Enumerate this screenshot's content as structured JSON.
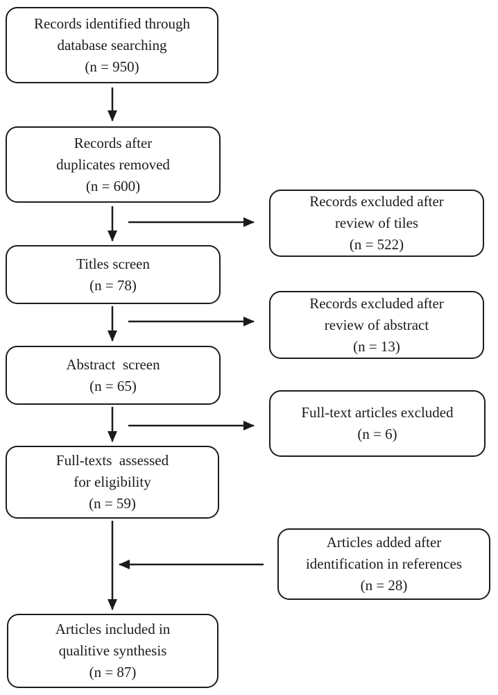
{
  "diagram": {
    "type": "flowchart",
    "background_color": "#ffffff",
    "line_color": "#1b1b1b",
    "boxes": {
      "identified": {
        "lines": [
          "Records identified through",
          "database searching",
          "(n = 950)"
        ]
      },
      "deduplicated": {
        "lines": [
          "Records after",
          "duplicates removed",
          "(n = 600)"
        ]
      },
      "titles_screen": {
        "lines": [
          "Titles screen",
          "(n = 78)"
        ]
      },
      "abstract_screen": {
        "lines": [
          "Abstract  screen",
          "(n = 65)"
        ]
      },
      "fulltext_assessed": {
        "lines": [
          "Full-texts  assessed",
          "for eligibility",
          "(n = 59)"
        ]
      },
      "included": {
        "lines": [
          "Articles included in",
          "qualitive synthesis",
          "(n = 87)"
        ]
      },
      "excluded_titles": {
        "lines": [
          "Records excluded after",
          "review of tiles",
          "(n = 522)"
        ]
      },
      "excluded_abstract": {
        "lines": [
          "Records excluded after",
          "review of abstract",
          "(n = 13)"
        ]
      },
      "excluded_fulltext": {
        "lines": [
          "Full-text articles excluded",
          "(n = 6)"
        ]
      },
      "added_references": {
        "lines": [
          "Articles added after",
          "identification in references",
          "(n = 28)"
        ]
      }
    }
  }
}
